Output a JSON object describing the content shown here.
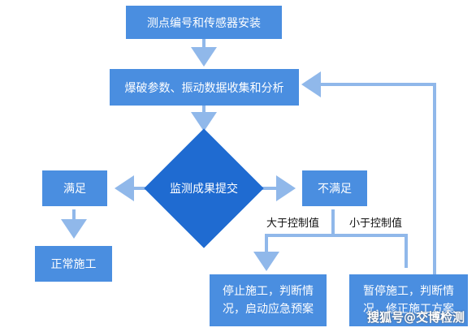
{
  "nodes": {
    "install": "测点编号和传感器安装",
    "collect": "爆破参数、振动数据收集和分析",
    "submit": "监测成果提交",
    "satisfied": "满足",
    "not_satisfied": "不满足",
    "normal": "正常施工",
    "stop_line1": "停止施工，判断情",
    "stop_line2": "况，启动应急预案",
    "pause_line1": "暂停施工，判断情",
    "pause_line2": "况，修正施工方案"
  },
  "conditions": {
    "greater": "大于控制值",
    "less": "小于控制值"
  },
  "watermark": "搜狐号@交博检测",
  "colors": {
    "box": "#4a8ee0",
    "diamond": "#1f6bd1",
    "arrow": "#90b8ea"
  }
}
